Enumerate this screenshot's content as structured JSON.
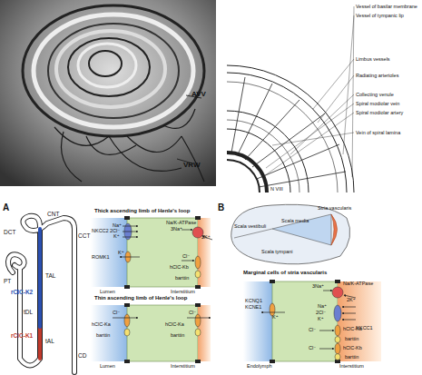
{
  "diagram": {
    "nodes": [
      {
        "text": [
          "Thick ascending limb of Henle's loop",
          "NKCC2",
          "Na/K-ATPase",
          "3Na⁺",
          "2K⁺",
          "Na⁺",
          "2Cl⁻",
          "K⁺",
          "ROMK1",
          "K⁺",
          "hClC-Kb",
          "Cl⁻",
          "barttin",
          "Lumen",
          "Interstitium"
        ]
      },
      {
        "text": [
          "Thin ascending limb of Henle's loop",
          "Cl⁻",
          "hClC-Ka",
          "barttin",
          "Cl⁻",
          "hClC-Ka",
          "barttin",
          "Lumen",
          "Interstitium"
        ]
      },
      {
        "text": [
          "Marginal cells of stria vascularis",
          "Na/K-ATPase",
          "3Na⁺",
          "2K⁺",
          "KCNQ1",
          "KCNE1",
          "K⁺",
          "Na⁺",
          "2Cl⁻",
          "K⁺",
          "NKCC1",
          "Cl⁻",
          "hClC-Ka",
          "barttin",
          "Cl⁻",
          "hClC-Kb",
          "barttin",
          "Endolymph",
          "Interstitium"
        ]
      }
    ],
    "labels": [
      "AVV",
      "VRW",
      "Vessel of basilar membrane",
      "Vessel of tympanic lip",
      "Limbus vessels",
      "Radiating arterioles",
      "Collecting venule",
      "Spiral modiolar vein",
      "Spiral modiolar artery",
      "Vein of spiral lamina",
      "N VIII",
      "A",
      "CNT",
      "DCT",
      "CCT",
      "PT",
      "TAL",
      "rClC-K2",
      "tDL",
      "rClC-K1",
      "tAL",
      "CD",
      "B",
      "Scala media",
      "Scala vestibuli",
      "Stria vascularis",
      "Scala tympani"
    ]
  }
}
